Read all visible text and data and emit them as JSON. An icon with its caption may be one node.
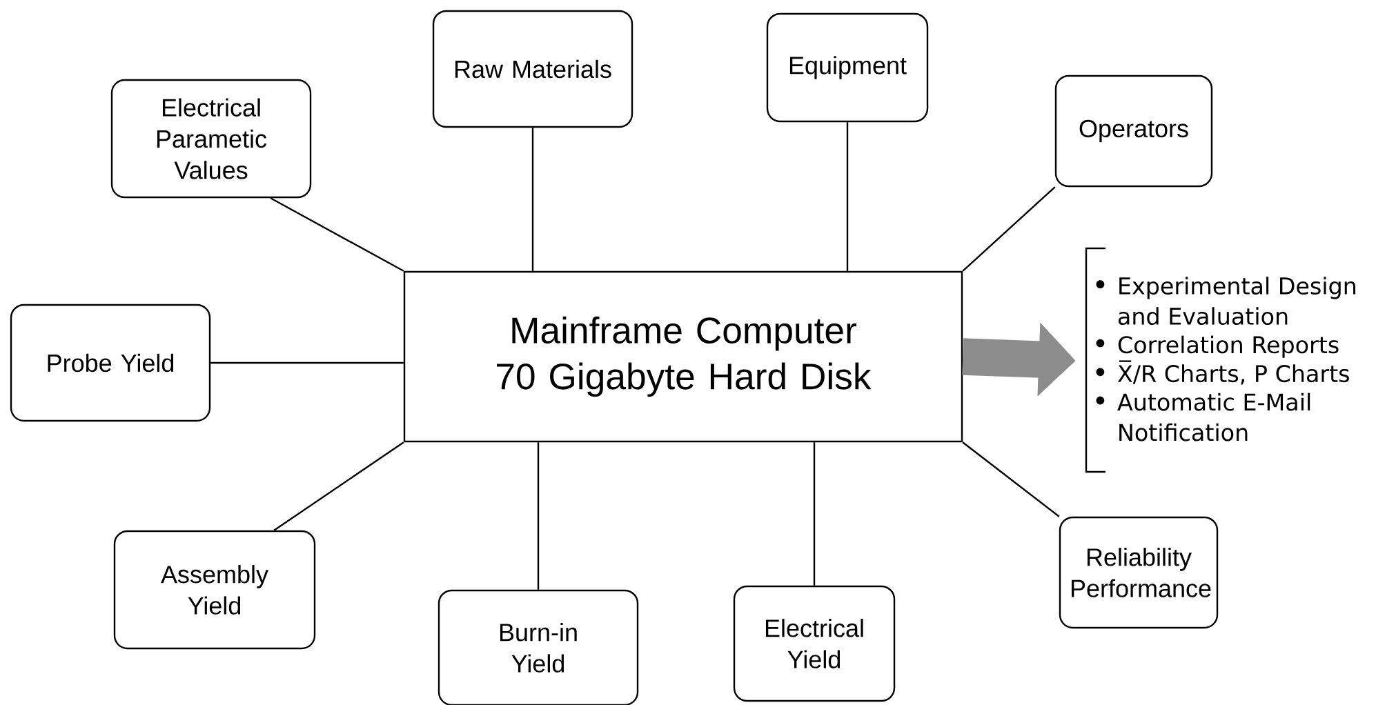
{
  "diagram": {
    "nodes": [
      {
        "text": [
          "Mainframe Computer 70 Gigabyte Hard Disk"
        ]
      },
      {
        "text": [
          "Electrical Parametic Values"
        ]
      },
      {
        "text": [
          "Raw Materials"
        ]
      },
      {
        "text": [
          "Equipment"
        ]
      },
      {
        "text": [
          "Operators"
        ]
      },
      {
        "text": [
          "Probe Yield"
        ]
      },
      {
        "text": [
          "Assembly Yield"
        ]
      },
      {
        "text": [
          "Burn-in Yield"
        ]
      },
      {
        "text": [
          "Electrical Yield"
        ]
      },
      {
        "text": [
          "Reliability Performance"
        ]
      },
      {
        "text": [
          "Experimental Design and Evaluation",
          "Correlation Reports",
          "X̅/R Charts, P Charts",
          "Automatic E-Mail Notification"
        ]
      }
    ],
    "edges": [
      {
        "from": 1,
        "to": 0,
        "arrow": "none"
      },
      {
        "from": 2,
        "to": 0,
        "arrow": "none"
      },
      {
        "from": 3,
        "to": 0,
        "arrow": "none"
      },
      {
        "from": 4,
        "to": 0,
        "arrow": "none"
      },
      {
        "from": 5,
        "to": 0,
        "arrow": "none"
      },
      {
        "from": 6,
        "to": 0,
        "arrow": "none"
      },
      {
        "from": 7,
        "to": 0,
        "arrow": "none"
      },
      {
        "from": 8,
        "to": 0,
        "arrow": "none"
      },
      {
        "from": 9,
        "to": 0,
        "arrow": "none"
      },
      {
        "from": 0,
        "to": 10,
        "arrow": "to",
        "style": "thick",
        "color": "#8c8c8c"
      }
    ]
  }
}
